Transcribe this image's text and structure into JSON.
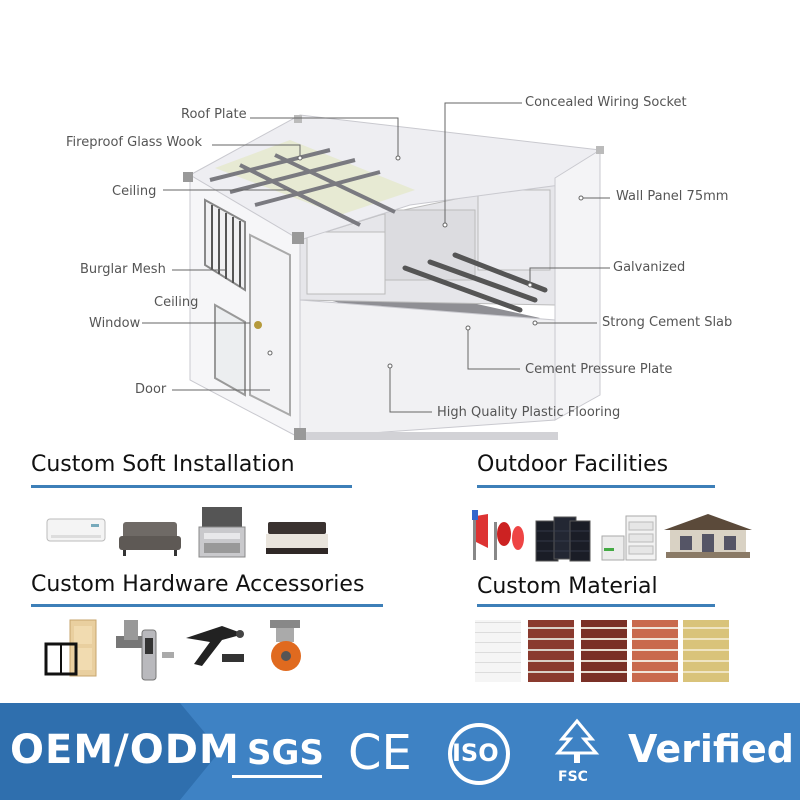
{
  "diagram": {
    "labels": {
      "roof_plate": "Roof Plate",
      "fireproof_glass_wook": "Fireproof Glass Wook",
      "ceiling_top": "Ceiling",
      "burglar_mesh": "Burglar Mesh",
      "ceiling_side": "Ceiling",
      "window": "Window",
      "door": "Door",
      "concealed_wiring_socket": "Concealed Wiring Socket",
      "wall_panel": "Wall Panel 75mm",
      "galvanized": "Galvanized",
      "strong_cement_slab": "Strong Cement Slab",
      "cement_pressure_plate": "Cement Pressure Plate",
      "high_quality_plastic_flooring": "High Quality Plastic Flooring"
    }
  },
  "sections": {
    "soft_installation": {
      "title": "Custom Soft Installation",
      "items": [
        "air-conditioner",
        "sofa",
        "kitchen-stove",
        "bed"
      ]
    },
    "outdoor_facilities": {
      "title": "Outdoor Facilities",
      "items": [
        "wind-turbine",
        "solar-panel",
        "battery-storage",
        "villa-house"
      ]
    },
    "hardware_accessories": {
      "title": "Custom Hardware Accessories",
      "items": [
        "door-window-frame",
        "smart-lock",
        "hinge-bracket",
        "caster-wheel"
      ]
    },
    "custom_material": {
      "title": "Custom Material",
      "items": [
        "white-stone-tile",
        "red-brick-tile",
        "dark-brick-tile",
        "orange-brick-tile",
        "yellow-stone-tile"
      ]
    }
  },
  "banner": {
    "oem_odm": "OEM/ODM",
    "sgs": "SGS",
    "ce": "CE",
    "iso": "ISO",
    "fsc": "FSC",
    "verified": "Verified"
  },
  "colors": {
    "accent": "#3d7fb8",
    "banner": "#3e82c4",
    "label_text": "#555555"
  }
}
